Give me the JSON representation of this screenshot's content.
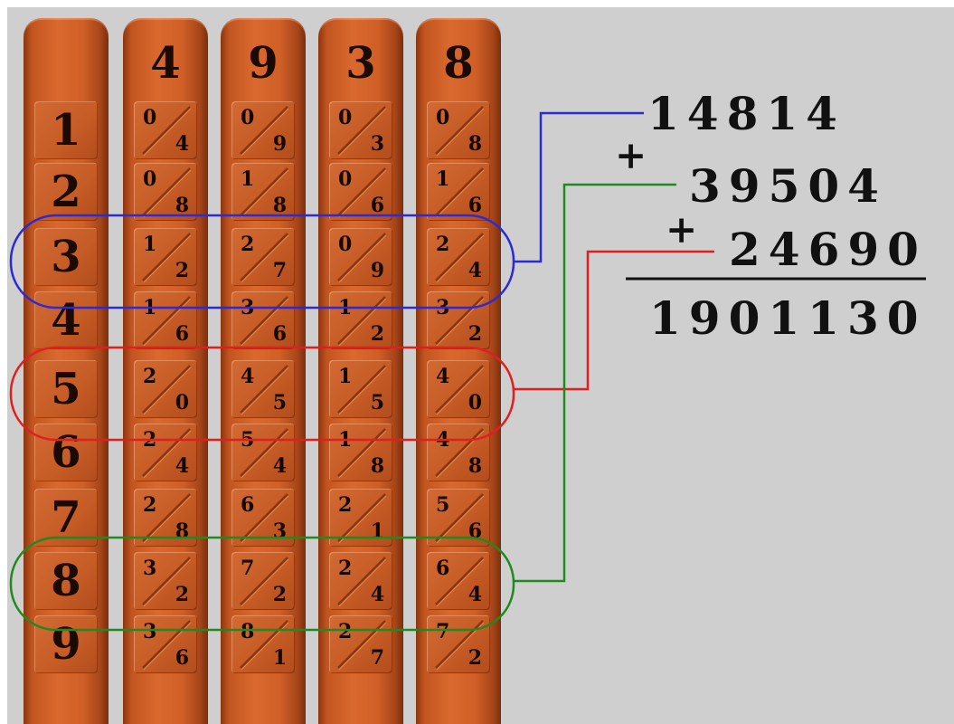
{
  "index_rod": [
    "1",
    "2",
    "3",
    "4",
    "5",
    "6",
    "7",
    "8",
    "9"
  ],
  "rods": [
    {
      "head": "4",
      "cells": [
        [
          "0",
          "4"
        ],
        [
          "0",
          "8"
        ],
        [
          "1",
          "2"
        ],
        [
          "1",
          "6"
        ],
        [
          "2",
          "0"
        ],
        [
          "2",
          "4"
        ],
        [
          "2",
          "8"
        ],
        [
          "3",
          "2"
        ],
        [
          "3",
          "6"
        ]
      ]
    },
    {
      "head": "9",
      "cells": [
        [
          "0",
          "9"
        ],
        [
          "1",
          "8"
        ],
        [
          "2",
          "7"
        ],
        [
          "3",
          "6"
        ],
        [
          "4",
          "5"
        ],
        [
          "5",
          "4"
        ],
        [
          "6",
          "3"
        ],
        [
          "7",
          "2"
        ],
        [
          "8",
          "1"
        ]
      ]
    },
    {
      "head": "3",
      "cells": [
        [
          "0",
          "3"
        ],
        [
          "0",
          "6"
        ],
        [
          "0",
          "9"
        ],
        [
          "1",
          "2"
        ],
        [
          "1",
          "5"
        ],
        [
          "1",
          "8"
        ],
        [
          "2",
          "1"
        ],
        [
          "2",
          "4"
        ],
        [
          "2",
          "7"
        ]
      ]
    },
    {
      "head": "8",
      "cells": [
        [
          "0",
          "8"
        ],
        [
          "1",
          "6"
        ],
        [
          "2",
          "4"
        ],
        [
          "3",
          "2"
        ],
        [
          "4",
          "0"
        ],
        [
          "4",
          "8"
        ],
        [
          "5",
          "6"
        ],
        [
          "6",
          "4"
        ],
        [
          "7",
          "2"
        ]
      ]
    }
  ],
  "sum": {
    "line1": "14814",
    "plus1": "+",
    "line2": "39504",
    "plus2": "+",
    "line3": "24690",
    "result": "1901130"
  },
  "colors": {
    "row3_highlight": "#2a2ad6",
    "row5_highlight": "#e02020",
    "row8_highlight": "#1f8a1f"
  }
}
